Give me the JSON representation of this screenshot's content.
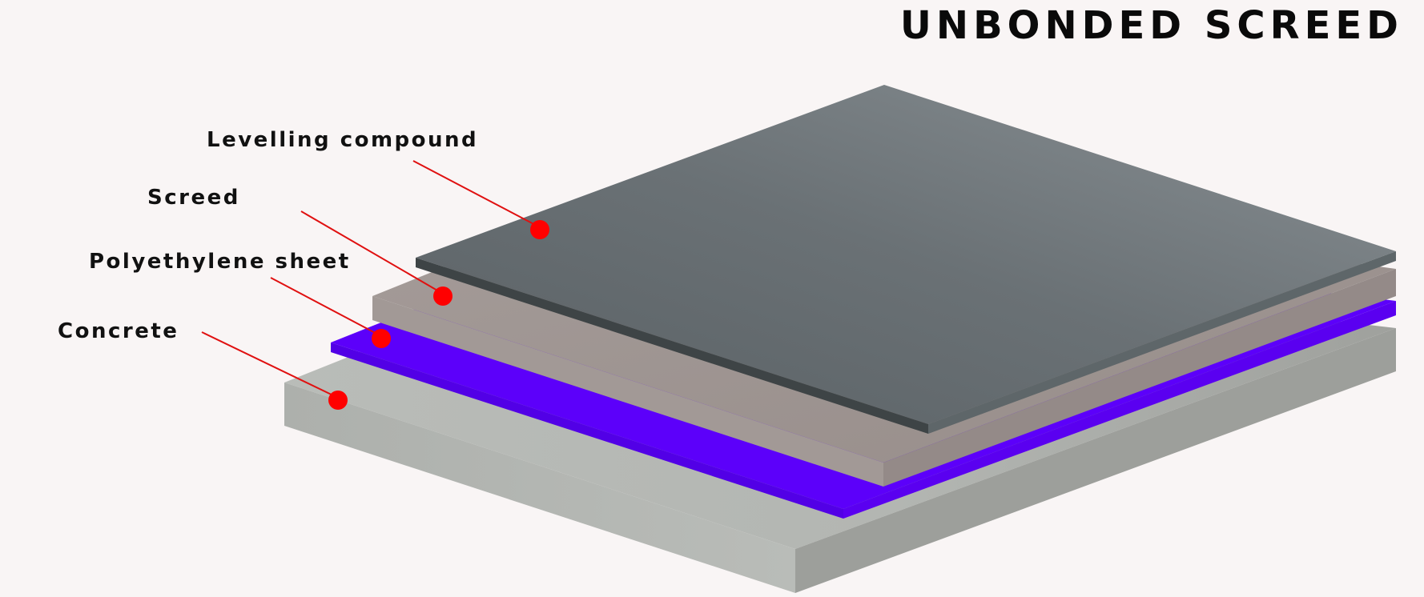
{
  "title": "UNBONDED SCREED",
  "layers": [
    {
      "id": "levelling",
      "label": "Levelling compound",
      "color": "#6f777b"
    },
    {
      "id": "screed",
      "label": "Screed",
      "color": "#a09693"
    },
    {
      "id": "polyethylene",
      "label": "Polyethylene sheet",
      "color": "#5c00fa"
    },
    {
      "id": "concrete",
      "label": "Concrete",
      "color": "#b1b4b0"
    }
  ],
  "callout_colors": {
    "marker": "#ff0000",
    "line": "#e01010"
  }
}
